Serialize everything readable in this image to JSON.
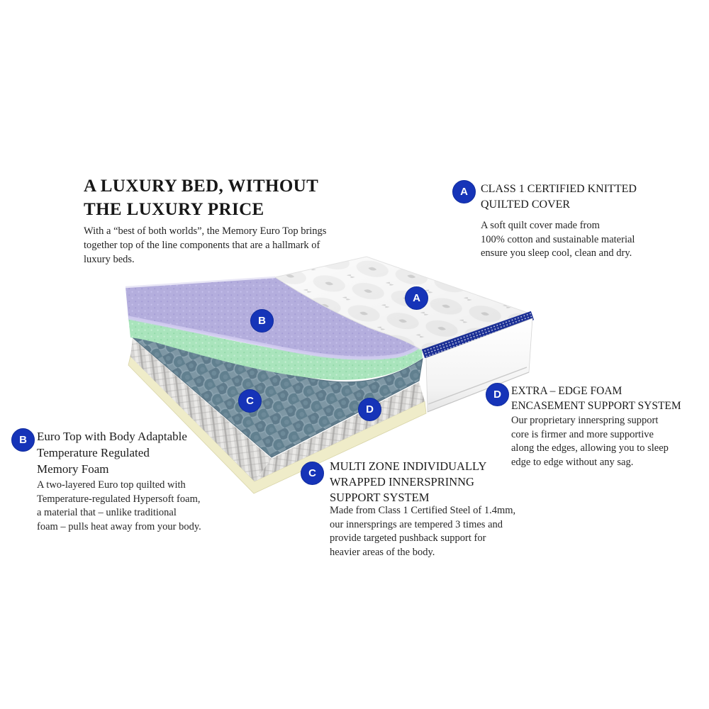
{
  "intro": {
    "title_lines": [
      "A LUXURY BED, WITHOUT",
      "THE LUXURY PRICE"
    ],
    "description_lines": [
      "With a “best of both worlds”, the Memory Euro Top brings",
      "together top of the line components that are a hallmark of",
      "luxury beds."
    ]
  },
  "callouts": [
    {
      "letter": "A",
      "heading_lines": [
        "CLASS 1 CERTIFIED KNITTED",
        "QUILTED COVER"
      ],
      "body_lines": [
        "A soft quilt cover made from",
        "100% cotton and sustainable material",
        "ensure you sleep cool, clean and dry."
      ]
    },
    {
      "letter": "B",
      "heading_lines": [
        "Euro Top with Body Adaptable",
        "Temperature Regulated",
        "Memory Foam"
      ],
      "body_lines": [
        "A two-layered Euro top quilted with",
        "Temperature-regulated Hypersoft foam,",
        "a material that – unlike traditional",
        "foam – pulls heat away from your body."
      ]
    },
    {
      "letter": "C",
      "heading_lines": [
        "MULTI ZONE INDIVIDUALLY",
        "WRAPPED INNERSPRINNG",
        "SUPPORT SYSTEM"
      ],
      "body_lines": [
        "Made from Class 1 Certified Steel of 1.4mm,",
        "our innersprings are tempered 3 times and",
        "provide targeted pushback support for",
        "heavier areas of the body."
      ]
    },
    {
      "letter": "D",
      "heading_lines": [
        "EXTRA – EDGE FOAM",
        "ENCASEMENT SUPPORT SYSTEM"
      ],
      "body_lines": [
        "Our proprietary innerspring support",
        "core is firmer and more supportive",
        "along the edges, allowing you to sleep",
        "edge to edge without any sag."
      ]
    }
  ],
  "diagram": {
    "markers": [
      {
        "letter": "A"
      },
      {
        "letter": "B"
      },
      {
        "letter": "C"
      },
      {
        "letter": "D"
      }
    ],
    "colors": {
      "marker_blue": "#1634b8",
      "quilt_white": "#fbfbfb",
      "border_tape_navy": "#1e3296",
      "memory_foam_purple": "#b4aedd",
      "comfort_foam_green": "#a9e4bc",
      "coil_top_slate": "#7e97a4",
      "spring_gray": "#d6d5d3",
      "base_foam_cream": "#efecc9",
      "side_panel_white": "#f9f9f9"
    }
  }
}
